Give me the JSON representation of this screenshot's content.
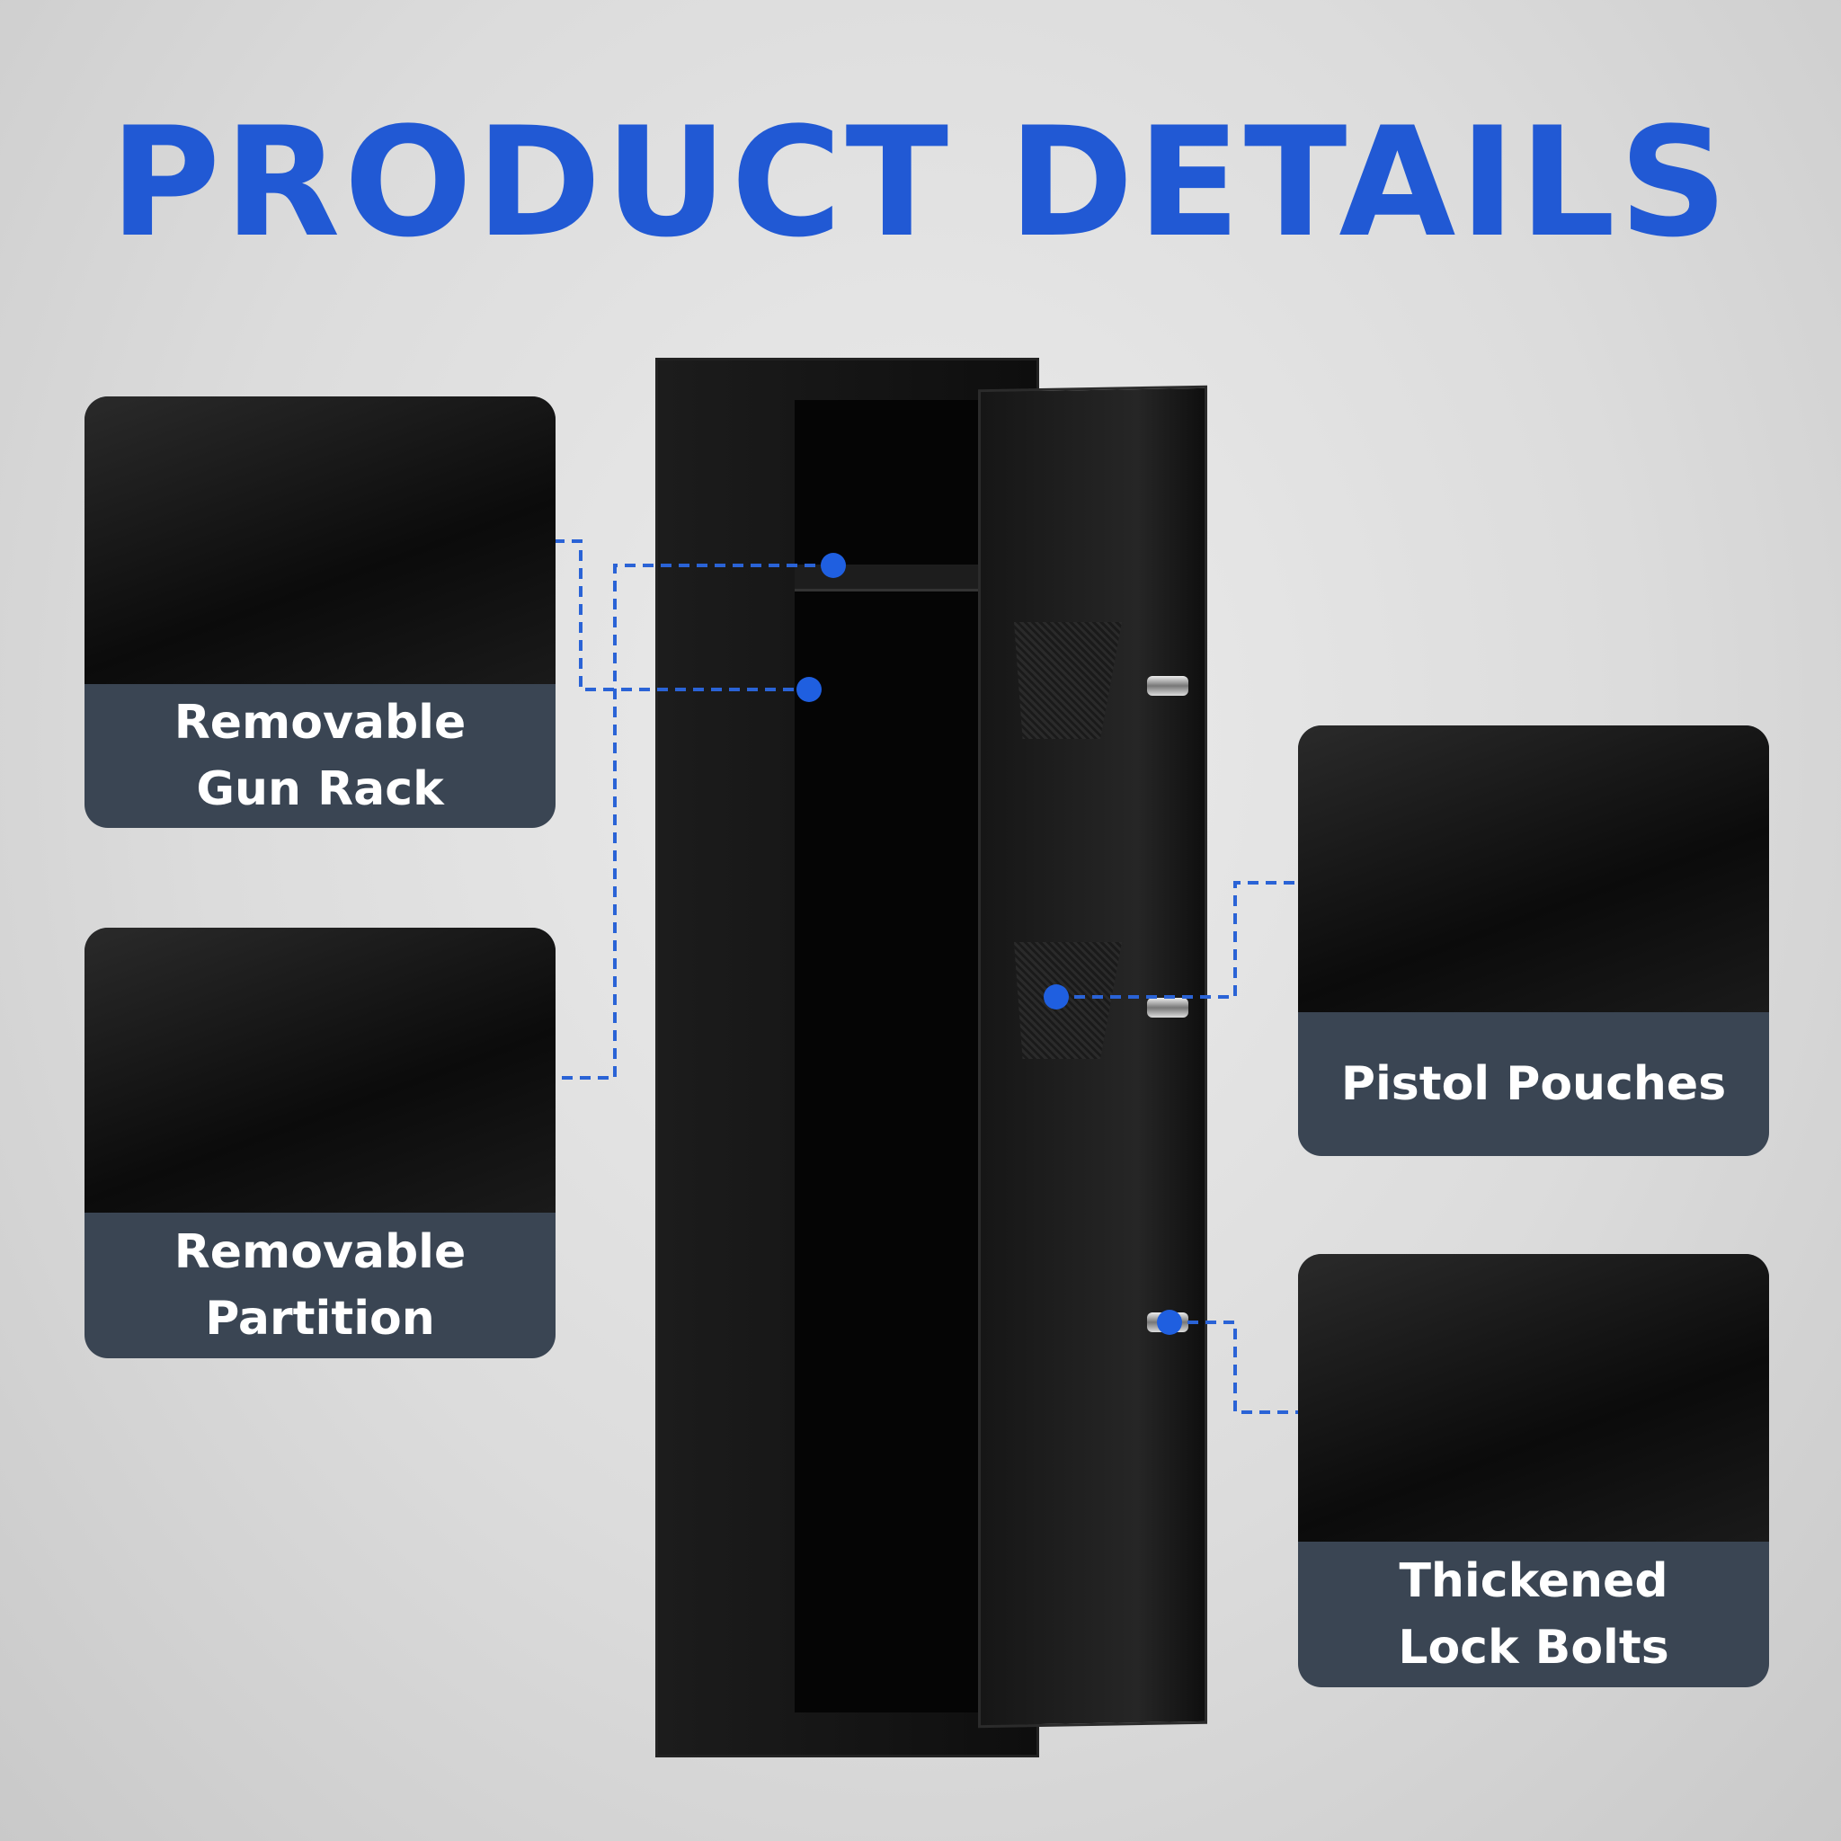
{
  "title": "PRODUCT DETAILS",
  "features": [
    {
      "line1": "Removable",
      "line2": "Gun Rack"
    },
    {
      "line1": "Removable",
      "line2": "Partition"
    },
    {
      "line1": "Pistol Pouches"
    },
    {
      "line1": "Thickened",
      "line2": "Lock Bolts"
    }
  ],
  "colors": {
    "title": "#2159d4",
    "accent": "#1f5fe0",
    "card": "#3a4553"
  }
}
